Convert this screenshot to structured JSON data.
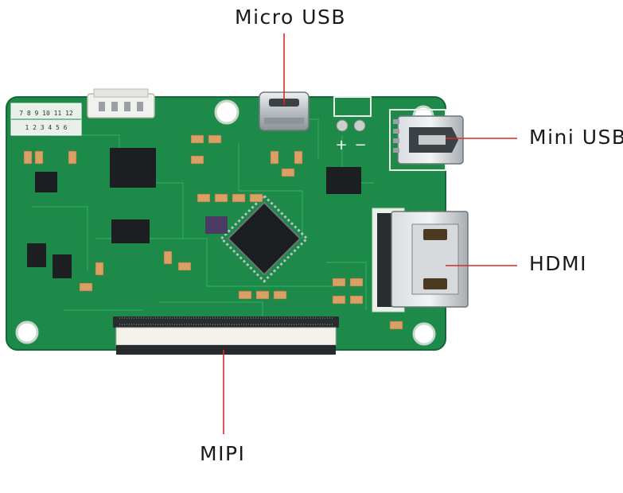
{
  "labels": {
    "micro_usb": "Micro USB",
    "mini_usb": "Mini USB",
    "hdmi": "HDMI",
    "mipi": "MIPI"
  },
  "board": {
    "header_numbers_top": [
      "7",
      "8",
      "9",
      "10",
      "11",
      "12"
    ],
    "header_numbers_bottom": [
      "1",
      "2",
      "3",
      "4",
      "5",
      "6"
    ],
    "power_marks": [
      "+",
      "−"
    ]
  },
  "colors": {
    "pcb_green": "#1d8a4a",
    "pcb_dark": "#136a37",
    "silkscreen": "#e9efe9",
    "callout_line": "#d62b2b",
    "metal": "#c8ccd0",
    "chip": "#1c1f22",
    "label_text": "#1a1a1a"
  }
}
